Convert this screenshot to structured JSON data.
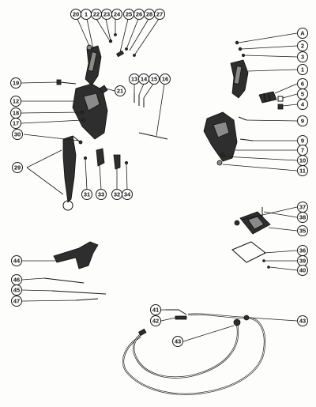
{
  "callouts": {
    "c20a": "20",
    "c1a": "1",
    "c22": "22",
    "c23": "23",
    "c24": "24",
    "c25": "25",
    "c26": "26",
    "c28": "28",
    "c27": "27",
    "c19a": "19",
    "c12": "12",
    "c18": "18",
    "c17": "17",
    "c21": "21",
    "c13": "13",
    "c14": "14",
    "c15": "15",
    "c16": "16",
    "c30": "30",
    "c29": "29",
    "c31": "31",
    "c33": "33",
    "c32": "32",
    "c34": "34",
    "cA": "A",
    "c2": "2",
    "c3": "3",
    "c1b": "1",
    "c6": "6",
    "c5": "5",
    "c4": "4",
    "c9a": "9",
    "c9b": "9",
    "c7": "7",
    "c10": "10",
    "c11": "11",
    "c37": "37",
    "c38": "38",
    "c35": "35",
    "c36": "36",
    "c39": "39",
    "c40": "40",
    "c44": "44",
    "c46": "46",
    "c45": "45",
    "c47": "47",
    "c41": "41",
    "c42": "42",
    "c43a": "43",
    "c43b": "43"
  }
}
